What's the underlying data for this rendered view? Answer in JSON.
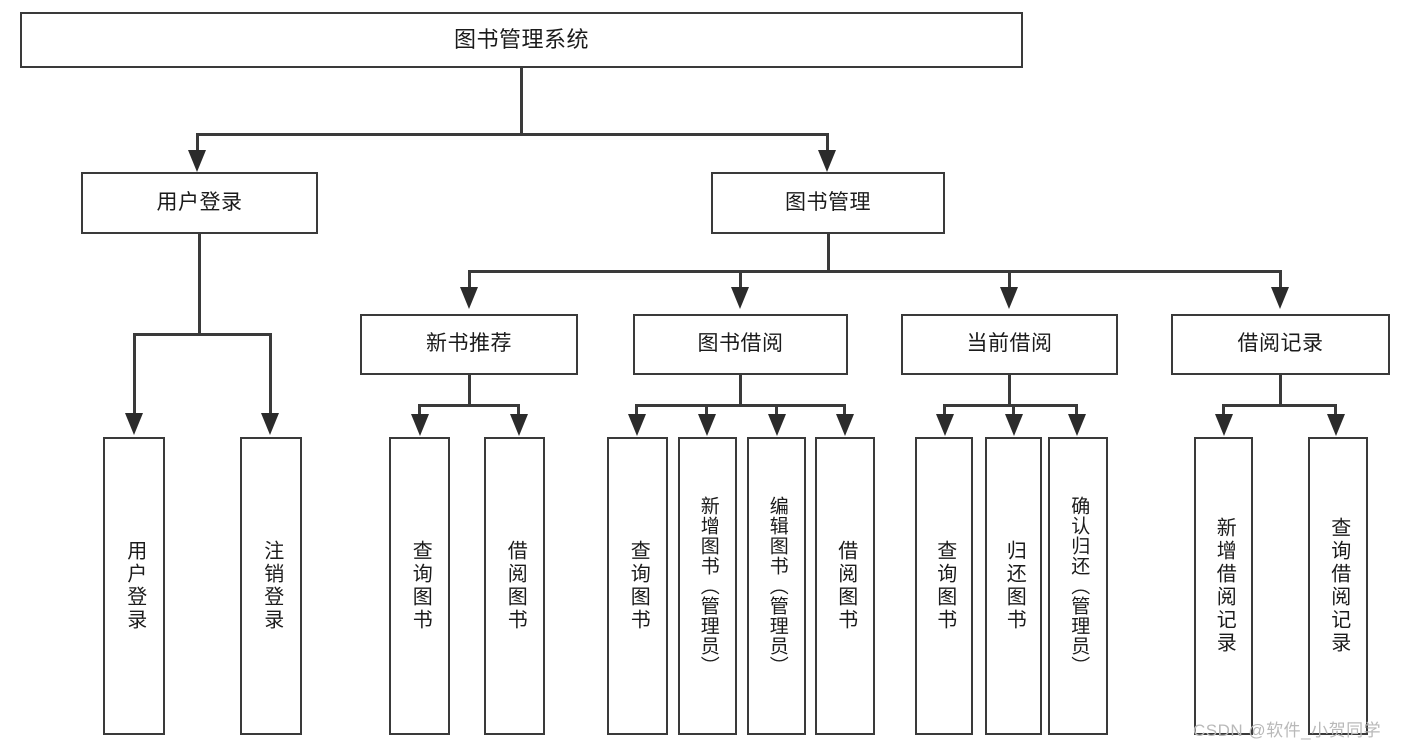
{
  "diagram": {
    "type": "tree-hierarchy-chart",
    "title": "图书管理系统",
    "watermark": "CSDN @软件_小贺同学",
    "levels": {
      "root": {
        "label": "图书管理系统"
      },
      "level2": [
        {
          "label": "用户登录"
        },
        {
          "label": "图书管理"
        }
      ],
      "level3": [
        {
          "label": "新书推荐"
        },
        {
          "label": "图书借阅"
        },
        {
          "label": "当前借阅"
        },
        {
          "label": "借阅记录"
        }
      ],
      "leaves_user_login": [
        {
          "label": "用户登录"
        },
        {
          "label": "注销登录"
        }
      ],
      "leaves_new_book": [
        {
          "label": "查询图书"
        },
        {
          "label": "借阅图书"
        }
      ],
      "leaves_borrow_book": [
        {
          "label": "查询图书"
        },
        {
          "label": "新增图书（管理员）"
        },
        {
          "label": "编辑图书（管理员）"
        },
        {
          "label": "借阅图书"
        }
      ],
      "leaves_current_borrow": [
        {
          "label": "查询图书"
        },
        {
          "label": "归还图书"
        },
        {
          "label": "确认归还（管理员）"
        }
      ],
      "leaves_borrow_record": [
        {
          "label": "新增借阅记录"
        },
        {
          "label": "查询借阅记录"
        }
      ]
    },
    "colors": {
      "stroke": "#3a3a3a",
      "arrow": "#2b2b2b",
      "background": "#ffffff",
      "text": "#1b1b1b",
      "watermark": "#b9b9b9"
    }
  }
}
